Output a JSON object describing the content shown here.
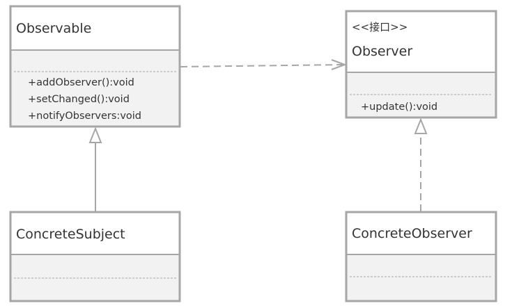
{
  "classes": {
    "observable": {
      "name": "Observable",
      "methods": [
        "+addObserver():void",
        "+setChanged():void",
        "+notifyObservers:void"
      ]
    },
    "observer": {
      "stereotype": "<<接口>>",
      "name": "Observer",
      "methods": [
        "+update():void"
      ]
    },
    "concrete_subject": {
      "name": "ConcreteSubject",
      "methods": []
    },
    "concrete_observer": {
      "name": "ConcreteObserver",
      "methods": []
    }
  },
  "relations": [
    {
      "from": "observable",
      "to": "observer",
      "kind": "dependency"
    },
    {
      "from": "concrete_subject",
      "to": "observable",
      "kind": "generalization"
    },
    {
      "from": "concrete_observer",
      "to": "observer",
      "kind": "realization"
    }
  ]
}
